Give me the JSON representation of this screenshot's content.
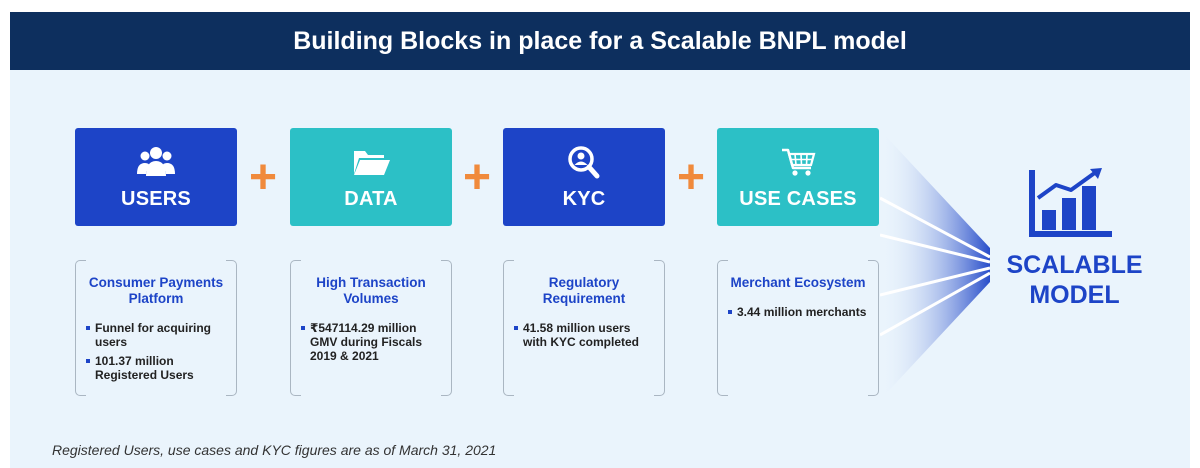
{
  "title": "Building Blocks in place for a Scalable BNPL model",
  "blocks": [
    {
      "label": "USERS",
      "icon": "users-icon",
      "color": "#1d44c7"
    },
    {
      "label": "DATA",
      "icon": "folder-icon",
      "color": "#2cc0c6"
    },
    {
      "label": "KYC",
      "icon": "search-user-icon",
      "color": "#1d44c7"
    },
    {
      "label": "USE CASES",
      "icon": "cart-icon",
      "color": "#2cc0c6"
    }
  ],
  "operator": "+",
  "details": [
    {
      "title": "Consumer Payments Platform",
      "bullets": [
        "Funnel for acquiring users",
        "101.37 million Registered Users"
      ]
    },
    {
      "title": "High Transaction Volumes",
      "bullets": [
        "₹547114.29 million GMV during Fiscals 2019 & 2021"
      ]
    },
    {
      "title": "Regulatory Requirement",
      "bullets": [
        "41.58 million users with KYC completed"
      ]
    },
    {
      "title": "Merchant Ecosystem",
      "bullets": [
        "3.44 million merchants"
      ]
    }
  ],
  "outcome": {
    "label": "SCALABLE MODEL",
    "icon": "growth-chart-icon"
  },
  "footnote": "Registered Users, use cases and KYC figures are as of March 31, 2021",
  "colors": {
    "banner": "#0d2f5e",
    "blue": "#1d44c7",
    "teal": "#2cc0c6",
    "plus": "#f08a3c",
    "panel": "#eaf4fc"
  }
}
